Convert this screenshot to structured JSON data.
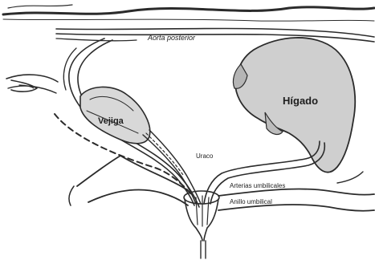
{
  "labels": {
    "aorta": "Aorta posterior",
    "liver": "Hígado",
    "bladder": "Vejiga",
    "urachus": "Uraco",
    "umbilical_arteries": "Arterias umbilicales",
    "umbilical_ring": "Anillo umbilical"
  }
}
